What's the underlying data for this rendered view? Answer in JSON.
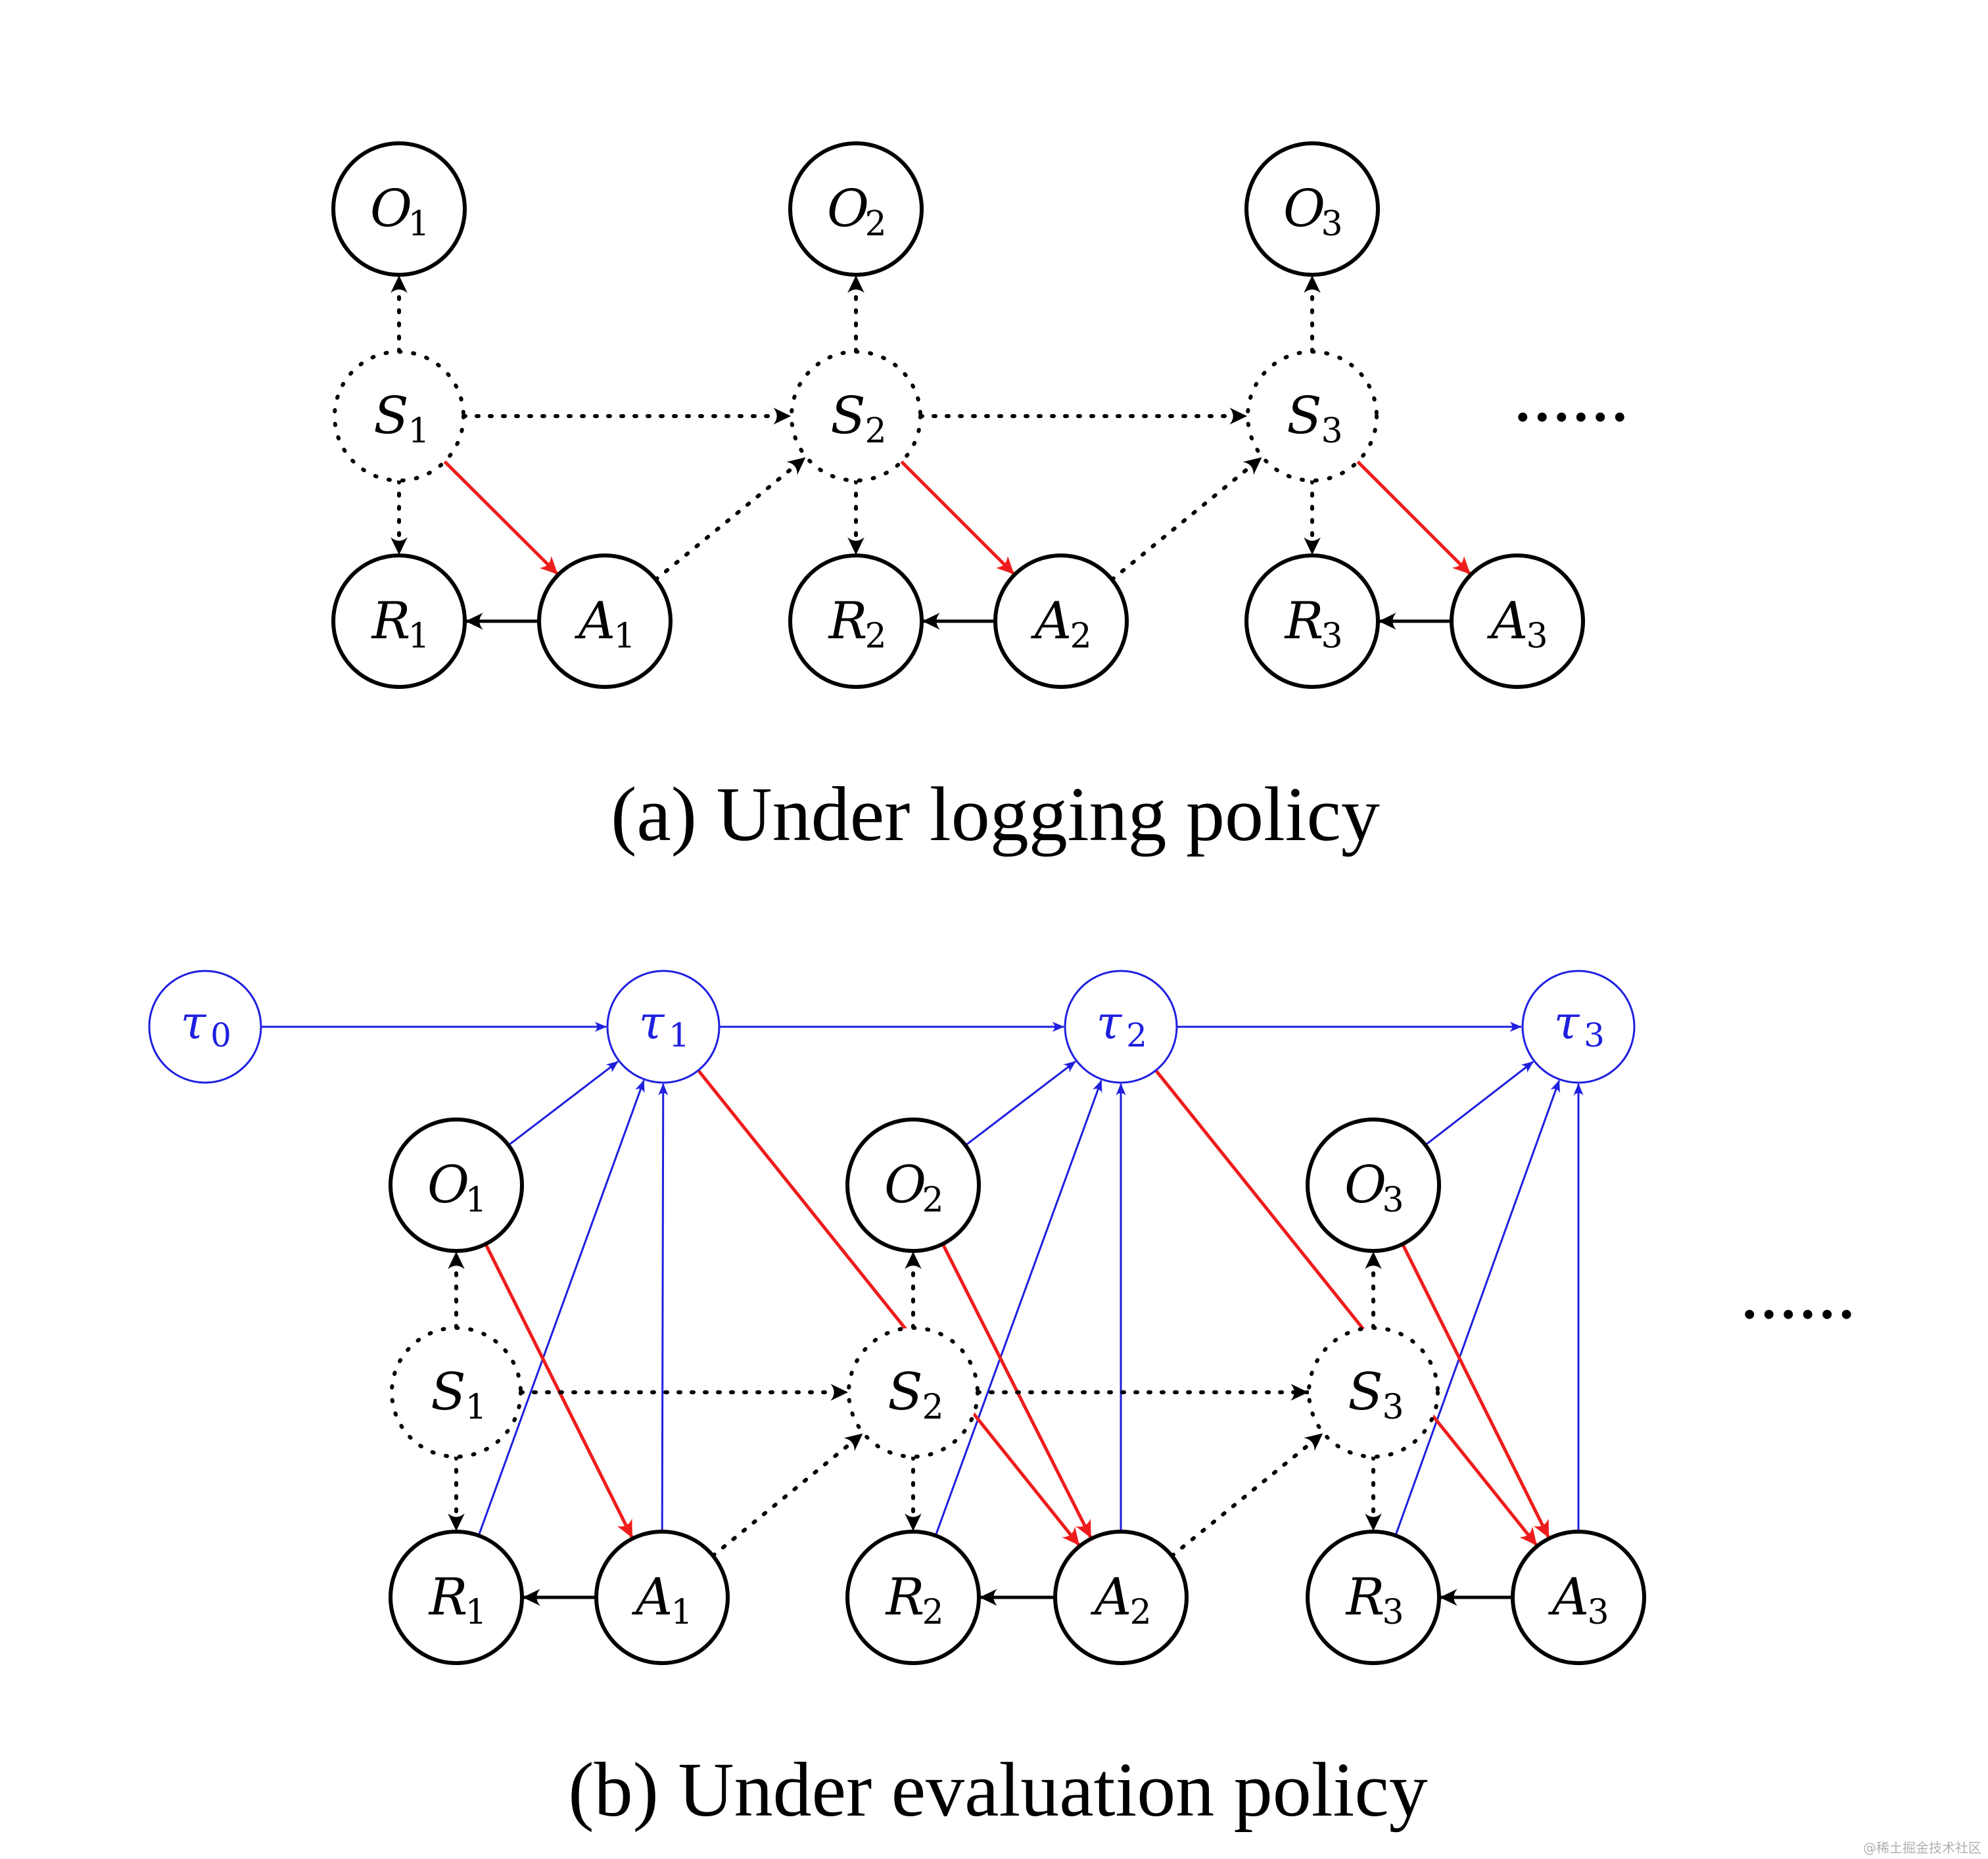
{
  "colors": {
    "node_stroke": "#000000",
    "tau": "#1f1fe0",
    "policy_edge": "#ee1c1c",
    "background": "#ffffff"
  },
  "panel_a": {
    "caption": "(a) Under logging policy",
    "continuation": "......",
    "nodes": [
      {
        "id": "O1",
        "letter": "O",
        "sub": "1",
        "style": "solid"
      },
      {
        "id": "O2",
        "letter": "O",
        "sub": "2",
        "style": "solid"
      },
      {
        "id": "O3",
        "letter": "O",
        "sub": "3",
        "style": "solid"
      },
      {
        "id": "S1",
        "letter": "S",
        "sub": "1",
        "style": "dotted"
      },
      {
        "id": "S2",
        "letter": "S",
        "sub": "2",
        "style": "dotted"
      },
      {
        "id": "S3",
        "letter": "S",
        "sub": "3",
        "style": "dotted"
      },
      {
        "id": "R1",
        "letter": "R",
        "sub": "1",
        "style": "solid"
      },
      {
        "id": "R2",
        "letter": "R",
        "sub": "2",
        "style": "solid"
      },
      {
        "id": "R3",
        "letter": "R",
        "sub": "3",
        "style": "solid"
      },
      {
        "id": "A1",
        "letter": "A",
        "sub": "1",
        "style": "solid"
      },
      {
        "id": "A2",
        "letter": "A",
        "sub": "2",
        "style": "solid"
      },
      {
        "id": "A3",
        "letter": "A",
        "sub": "3",
        "style": "solid"
      }
    ],
    "edges": [
      {
        "from": "S1",
        "to": "O1",
        "style": "dotted",
        "color": "black"
      },
      {
        "from": "S1",
        "to": "R1",
        "style": "dotted",
        "color": "black"
      },
      {
        "from": "S1",
        "to": "A1",
        "style": "solid",
        "color": "red"
      },
      {
        "from": "A1",
        "to": "R1",
        "style": "solid",
        "color": "black"
      },
      {
        "from": "S1",
        "to": "S2",
        "style": "dotted",
        "color": "black"
      },
      {
        "from": "A1",
        "to": "S2",
        "style": "dotted",
        "color": "black"
      },
      {
        "from": "S2",
        "to": "O2",
        "style": "dotted",
        "color": "black"
      },
      {
        "from": "S2",
        "to": "R2",
        "style": "dotted",
        "color": "black"
      },
      {
        "from": "S2",
        "to": "A2",
        "style": "solid",
        "color": "red"
      },
      {
        "from": "A2",
        "to": "R2",
        "style": "solid",
        "color": "black"
      },
      {
        "from": "S2",
        "to": "S3",
        "style": "dotted",
        "color": "black"
      },
      {
        "from": "A2",
        "to": "S3",
        "style": "dotted",
        "color": "black"
      },
      {
        "from": "S3",
        "to": "O3",
        "style": "dotted",
        "color": "black"
      },
      {
        "from": "S3",
        "to": "R3",
        "style": "dotted",
        "color": "black"
      },
      {
        "from": "S3",
        "to": "A3",
        "style": "solid",
        "color": "red"
      },
      {
        "from": "A3",
        "to": "R3",
        "style": "solid",
        "color": "black"
      }
    ]
  },
  "panel_b": {
    "caption": "(b) Under evaluation policy",
    "continuation": "......",
    "nodes": [
      {
        "id": "T0",
        "letter": "τ",
        "sub": "0",
        "style": "tau"
      },
      {
        "id": "T1",
        "letter": "τ",
        "sub": "1",
        "style": "tau"
      },
      {
        "id": "T2",
        "letter": "τ",
        "sub": "2",
        "style": "tau"
      },
      {
        "id": "T3",
        "letter": "τ",
        "sub": "3",
        "style": "tau"
      },
      {
        "id": "O1",
        "letter": "O",
        "sub": "1",
        "style": "solid"
      },
      {
        "id": "O2",
        "letter": "O",
        "sub": "2",
        "style": "solid"
      },
      {
        "id": "O3",
        "letter": "O",
        "sub": "3",
        "style": "solid"
      },
      {
        "id": "S1",
        "letter": "S",
        "sub": "1",
        "style": "dotted"
      },
      {
        "id": "S2",
        "letter": "S",
        "sub": "2",
        "style": "dotted"
      },
      {
        "id": "S3",
        "letter": "S",
        "sub": "3",
        "style": "dotted"
      },
      {
        "id": "R1",
        "letter": "R",
        "sub": "1",
        "style": "solid"
      },
      {
        "id": "R2",
        "letter": "R",
        "sub": "2",
        "style": "solid"
      },
      {
        "id": "R3",
        "letter": "R",
        "sub": "3",
        "style": "solid"
      },
      {
        "id": "A1",
        "letter": "A",
        "sub": "1",
        "style": "solid"
      },
      {
        "id": "A2",
        "letter": "A",
        "sub": "2",
        "style": "solid"
      },
      {
        "id": "A3",
        "letter": "A",
        "sub": "3",
        "style": "solid"
      }
    ],
    "edges": [
      {
        "from": "T0",
        "to": "T1",
        "style": "solid",
        "color": "blue"
      },
      {
        "from": "T1",
        "to": "T2",
        "style": "solid",
        "color": "blue"
      },
      {
        "from": "T2",
        "to": "T3",
        "style": "solid",
        "color": "blue"
      },
      {
        "from": "O1",
        "to": "T1",
        "style": "solid",
        "color": "blue"
      },
      {
        "from": "R1",
        "to": "T1",
        "style": "solid",
        "color": "blue"
      },
      {
        "from": "A1",
        "to": "T1",
        "style": "solid",
        "color": "blue"
      },
      {
        "from": "O2",
        "to": "T2",
        "style": "solid",
        "color": "blue"
      },
      {
        "from": "R2",
        "to": "T2",
        "style": "solid",
        "color": "blue"
      },
      {
        "from": "A2",
        "to": "T2",
        "style": "solid",
        "color": "blue"
      },
      {
        "from": "O3",
        "to": "T3",
        "style": "solid",
        "color": "blue"
      },
      {
        "from": "R3",
        "to": "T3",
        "style": "solid",
        "color": "blue"
      },
      {
        "from": "A3",
        "to": "T3",
        "style": "solid",
        "color": "blue"
      },
      {
        "from": "O1",
        "to": "A1",
        "style": "solid",
        "color": "red"
      },
      {
        "from": "T1",
        "to": "A2",
        "style": "solid",
        "color": "red"
      },
      {
        "from": "O2",
        "to": "A2",
        "style": "solid",
        "color": "red"
      },
      {
        "from": "T2",
        "to": "A3",
        "style": "solid",
        "color": "red"
      },
      {
        "from": "O3",
        "to": "A3",
        "style": "solid",
        "color": "red"
      },
      {
        "from": "S1",
        "to": "O1",
        "style": "dotted",
        "color": "black"
      },
      {
        "from": "S1",
        "to": "R1",
        "style": "dotted",
        "color": "black"
      },
      {
        "from": "S1",
        "to": "S2",
        "style": "dotted",
        "color": "black"
      },
      {
        "from": "A1",
        "to": "S2",
        "style": "dotted",
        "color": "black"
      },
      {
        "from": "A1",
        "to": "R1",
        "style": "solid",
        "color": "black"
      },
      {
        "from": "S2",
        "to": "O2",
        "style": "dotted",
        "color": "black"
      },
      {
        "from": "S2",
        "to": "R2",
        "style": "dotted",
        "color": "black"
      },
      {
        "from": "S2",
        "to": "S3",
        "style": "dotted",
        "color": "black"
      },
      {
        "from": "A2",
        "to": "S3",
        "style": "dotted",
        "color": "black"
      },
      {
        "from": "A2",
        "to": "R2",
        "style": "solid",
        "color": "black"
      },
      {
        "from": "S3",
        "to": "O3",
        "style": "dotted",
        "color": "black"
      },
      {
        "from": "S3",
        "to": "R3",
        "style": "dotted",
        "color": "black"
      },
      {
        "from": "A3",
        "to": "R3",
        "style": "solid",
        "color": "black"
      }
    ]
  },
  "watermark": "@稀土掘金技术社区"
}
